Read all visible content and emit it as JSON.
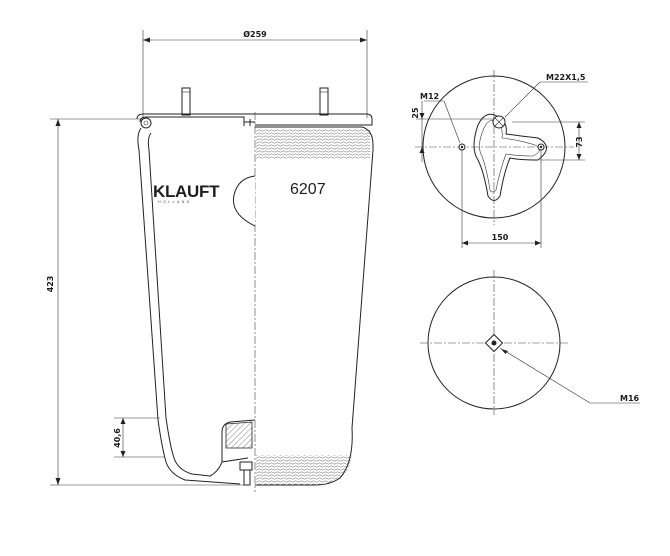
{
  "brand": {
    "name": "KLAUFT",
    "subtitle": "HOLLAND"
  },
  "part_number": "6207",
  "dimensions": {
    "diameter": "Ø259",
    "height": "423",
    "piston_height": "40,6",
    "top_offset": "25",
    "right_offset": "73",
    "bolt_spacing": "150"
  },
  "threads": {
    "stud": "M12",
    "air_fitting": "M22X1,5",
    "bottom": "M16"
  },
  "colors": {
    "line": "#222222",
    "background": "#ffffff"
  }
}
